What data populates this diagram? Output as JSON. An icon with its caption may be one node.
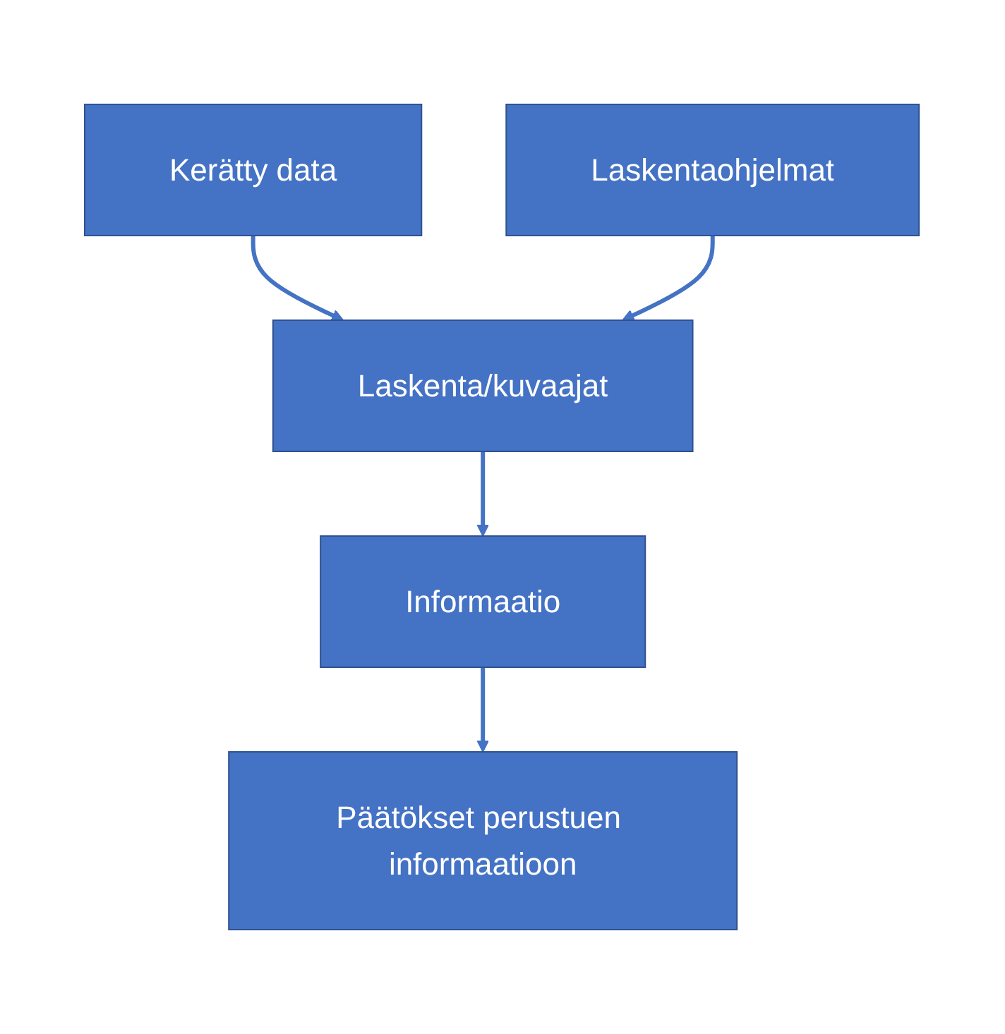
{
  "diagram": {
    "nodes": [
      {
        "text": [
          "Kerätty data"
        ]
      },
      {
        "text": [
          "Laskentaohjelmat"
        ]
      },
      {
        "text": [
          "Laskenta/kuvaajat"
        ]
      },
      {
        "text": [
          "Informaatio"
        ]
      },
      {
        "text": [
          "Päätökset perustuen informaatioon"
        ]
      }
    ],
    "edges": [
      {
        "from": 0,
        "to": 2,
        "arrow": "to"
      },
      {
        "from": 1,
        "to": 2,
        "arrow": "to"
      },
      {
        "from": 2,
        "to": 3,
        "arrow": "to"
      },
      {
        "from": 3,
        "to": 4,
        "arrow": "to"
      }
    ]
  }
}
